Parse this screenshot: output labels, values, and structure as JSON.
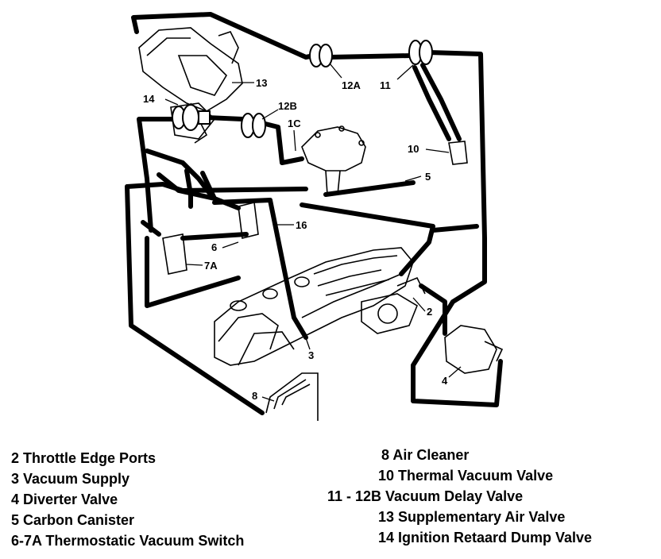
{
  "callouts": {
    "c13": "13",
    "c14": "14",
    "c12A": "12A",
    "c11": "11",
    "c12B": "12B",
    "c1C": "1C",
    "c10": "10",
    "c5": "5",
    "c16": "16",
    "c6": "6",
    "c7A": "7A",
    "c2": "2",
    "c3": "3",
    "c4": "4",
    "c8": "8"
  },
  "legend": [
    "2  Throttle Edge Ports",
    "3  Vacuum Supply",
    "4  Diverter Valve",
    "5  Carbon Canister",
    "6-7A  Thermostatic Vacuum Switch",
    "8  Air Cleaner",
    "10 Thermal Vacuum Valve",
    "11 - 12B  Vacuum Delay Valve",
    "13  Supplementary Air Valve",
    "14  Ignition Retaard Dump Valve"
  ]
}
